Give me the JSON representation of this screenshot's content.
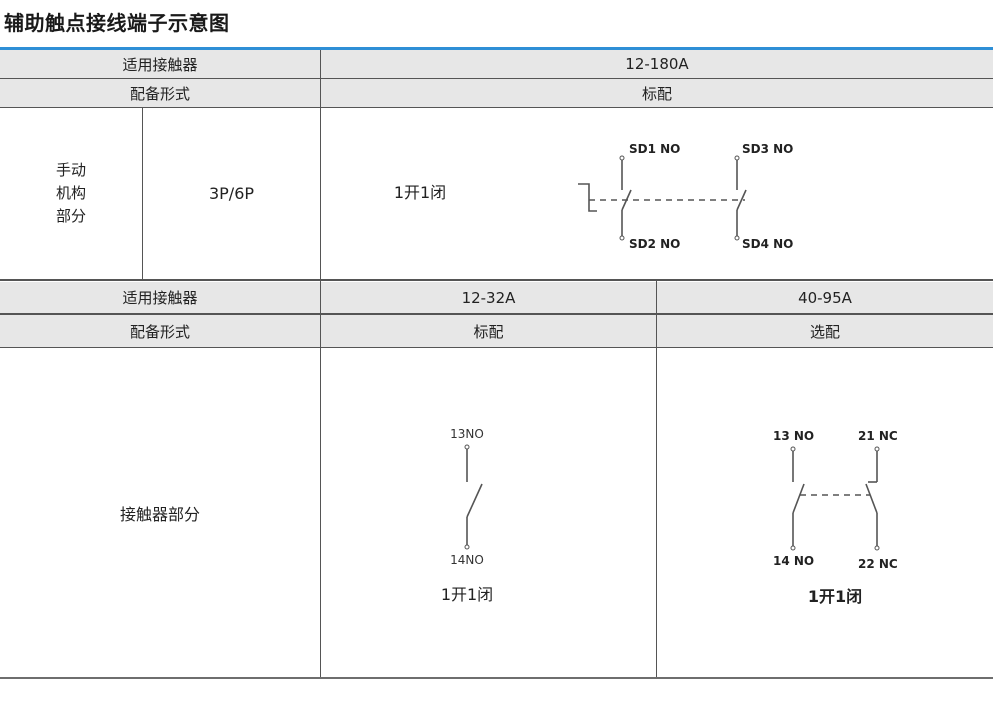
{
  "title": "辅助触点接线端子示意图",
  "section1": {
    "row1": {
      "label": "适用接触器",
      "value": "12-180A"
    },
    "row2": {
      "label": "配备形式",
      "value": "标配"
    },
    "body": {
      "group_lines": [
        "手动",
        "机构",
        "部分"
      ],
      "poles": "3P/6P",
      "config": "1开1闭",
      "diagram": {
        "t1": "SD1 NO",
        "t2": "SD2 NO",
        "t3": "SD3 NO",
        "t4": "SD4 NO"
      }
    }
  },
  "section2": {
    "row1": {
      "label": "适用接触器",
      "col1": "12-32A",
      "col2": "40-95A"
    },
    "row2": {
      "label": "配备形式",
      "col1": "标配",
      "col2": "选配"
    },
    "body": {
      "group": "接触器部分",
      "diagram1": {
        "top": "13NO",
        "bottom": "14NO",
        "caption": "1开1闭"
      },
      "diagram2": {
        "tl": "13 NO",
        "tr": "21 NC",
        "bl": "14 NO",
        "br": "22 NC",
        "caption": "1开1闭"
      }
    }
  }
}
